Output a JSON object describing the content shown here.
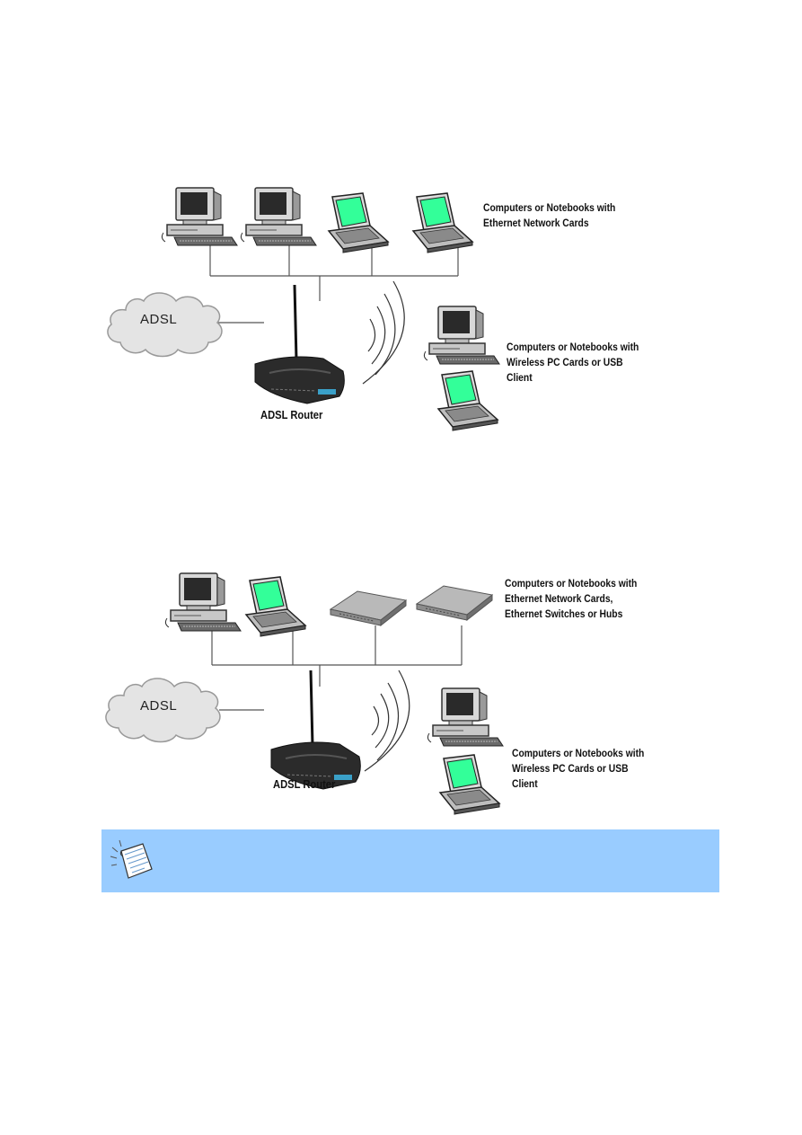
{
  "diagrams": [
    {
      "wired_label": [
        "Computers or Notebooks with",
        "Ethernet Network Cards"
      ],
      "wireless_label": [
        "Computers or Notebooks with",
        "Wireless PC Cards or USB",
        "Client"
      ],
      "cloud_label": "ADSL",
      "router_label": "ADSL Router"
    },
    {
      "wired_label": [
        "Computers or Notebooks with",
        "Ethernet Network Cards,",
        "Ethernet Switches or Hubs"
      ],
      "wireless_label": [
        "Computers or Notebooks with",
        "Wireless PC Cards or USB",
        "Client"
      ],
      "cloud_label": "ADSL",
      "router_label": "ADSL Router"
    }
  ],
  "note": {
    "icon": "note-paper-icon",
    "color": "#99ccff"
  }
}
